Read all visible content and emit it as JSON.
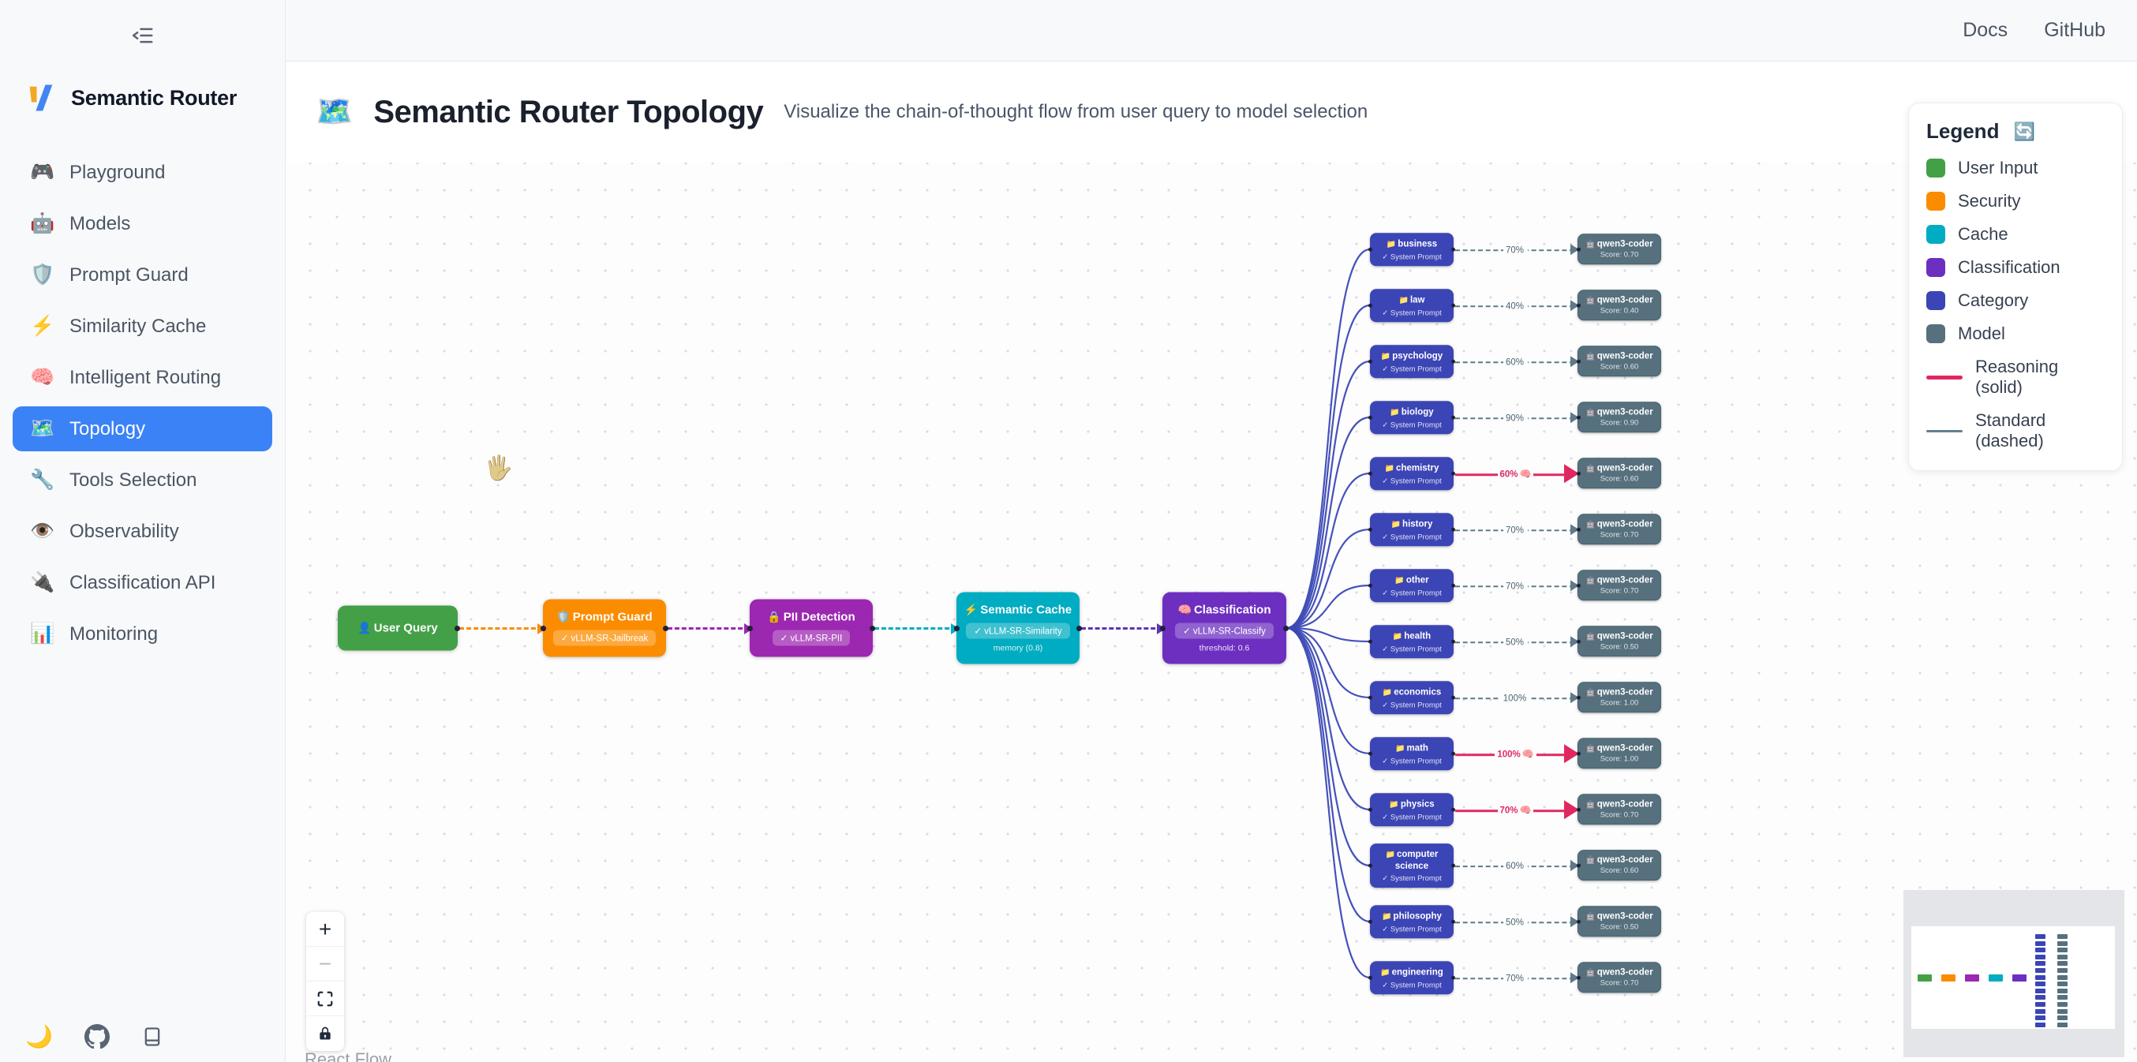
{
  "sidebar": {
    "logo_text": "Semantic Router",
    "items": [
      {
        "icon": "🎮",
        "label": "Playground"
      },
      {
        "icon": "🤖",
        "label": "Models"
      },
      {
        "icon": "🛡️",
        "label": "Prompt Guard"
      },
      {
        "icon": "⚡",
        "label": "Similarity Cache"
      },
      {
        "icon": "🧠",
        "label": "Intelligent Routing"
      },
      {
        "icon": "🗺️",
        "label": "Topology"
      },
      {
        "icon": "🔧",
        "label": "Tools Selection"
      },
      {
        "icon": "👁️",
        "label": "Observability"
      },
      {
        "icon": "🔌",
        "label": "Classification API"
      },
      {
        "icon": "📊",
        "label": "Monitoring"
      }
    ],
    "footer": {
      "theme_icon": "🌙"
    }
  },
  "topbar": {
    "links": [
      "Docs",
      "GitHub"
    ]
  },
  "page": {
    "title_icon": "🗺️",
    "title": "Semantic Router Topology",
    "subtitle": "Visualize the chain-of-thought flow from user query to model selection"
  },
  "legend": {
    "title": "Legend",
    "refresh_icon": "🔄",
    "items": [
      {
        "label": "User Input",
        "color": "#43a047"
      },
      {
        "label": "Security",
        "color": "#fb8c00"
      },
      {
        "label": "Cache",
        "color": "#00acc1"
      },
      {
        "label": "Classification",
        "color": "#6d2fc0"
      },
      {
        "label": "Category",
        "color": "#3b45b5"
      },
      {
        "label": "Model",
        "color": "#56707e"
      },
      {
        "label": "Reasoning (solid)",
        "color": "#e0285f",
        "line": "solid"
      },
      {
        "label": "Standard (dashed)",
        "color": "#64808e",
        "line": "dashed"
      }
    ]
  },
  "pipeline": {
    "nodes": [
      {
        "icon": "👤",
        "title": "User Query",
        "color": "#43a047"
      },
      {
        "icon": "🛡️",
        "title": "Prompt Guard",
        "badge": "✓ vLLM-SR-Jailbreak",
        "color": "#fb8c00"
      },
      {
        "icon": "🔒",
        "title": "PII Detection",
        "badge": "✓ vLLM-SR-PII",
        "color": "#9c27b0"
      },
      {
        "icon": "⚡",
        "title": "Semantic Cache",
        "badge": "✓ vLLM-SR-Similarity",
        "sub": "memory (0.8)",
        "color": "#00acc1"
      },
      {
        "icon": "🧠",
        "title": "Classification",
        "badge": "✓ vLLM-SR-Classify",
        "sub": "threshold: 0.6",
        "color": "#6d2fc0"
      }
    ],
    "edges": [
      {
        "color": "#fb8c00"
      },
      {
        "color": "#9c27b0"
      },
      {
        "color": "#00acc1"
      },
      {
        "color": "#5e35b1"
      }
    ]
  },
  "flow": {
    "fan_color": "#3b49b5",
    "reasoning_color": "#e0285f",
    "standard_color": "#5d7a88",
    "reasoning_icon": "🧠"
  },
  "category_node": {
    "icon": "📁",
    "badge": "✓ System Prompt"
  },
  "model_node": {
    "icon": "🤖",
    "title": "qwen3-coder"
  },
  "categories": [
    {
      "name": "business",
      "match": "70%",
      "score": "Score: 0.70",
      "reasoning": false
    },
    {
      "name": "law",
      "match": "40%",
      "score": "Score: 0.40",
      "reasoning": false
    },
    {
      "name": "psychology",
      "match": "60%",
      "score": "Score: 0.60",
      "reasoning": false
    },
    {
      "name": "biology",
      "match": "90%",
      "score": "Score: 0.90",
      "reasoning": false
    },
    {
      "name": "chemistry",
      "match": "60%",
      "score": "Score: 0.60",
      "reasoning": true
    },
    {
      "name": "history",
      "match": "70%",
      "score": "Score: 0.70",
      "reasoning": false
    },
    {
      "name": "other",
      "match": "70%",
      "score": "Score: 0.70",
      "reasoning": false
    },
    {
      "name": "health",
      "match": "50%",
      "score": "Score: 0.50",
      "reasoning": false
    },
    {
      "name": "economics",
      "match": "100%",
      "score": "Score: 1.00",
      "reasoning": false
    },
    {
      "name": "math",
      "match": "100%",
      "score": "Score: 1.00",
      "reasoning": true
    },
    {
      "name": "physics",
      "match": "70%",
      "score": "Score: 0.70",
      "reasoning": true
    },
    {
      "name": "computer science",
      "match": "60%",
      "score": "Score: 0.60",
      "reasoning": false
    },
    {
      "name": "philosophy",
      "match": "50%",
      "score": "Score: 0.50",
      "reasoning": false
    },
    {
      "name": "engineering",
      "match": "70%",
      "score": "Score: 0.70",
      "reasoning": false
    }
  ],
  "controls": {
    "zoom_in": "+",
    "zoom_out": "−",
    "attribution": "React Flow"
  }
}
